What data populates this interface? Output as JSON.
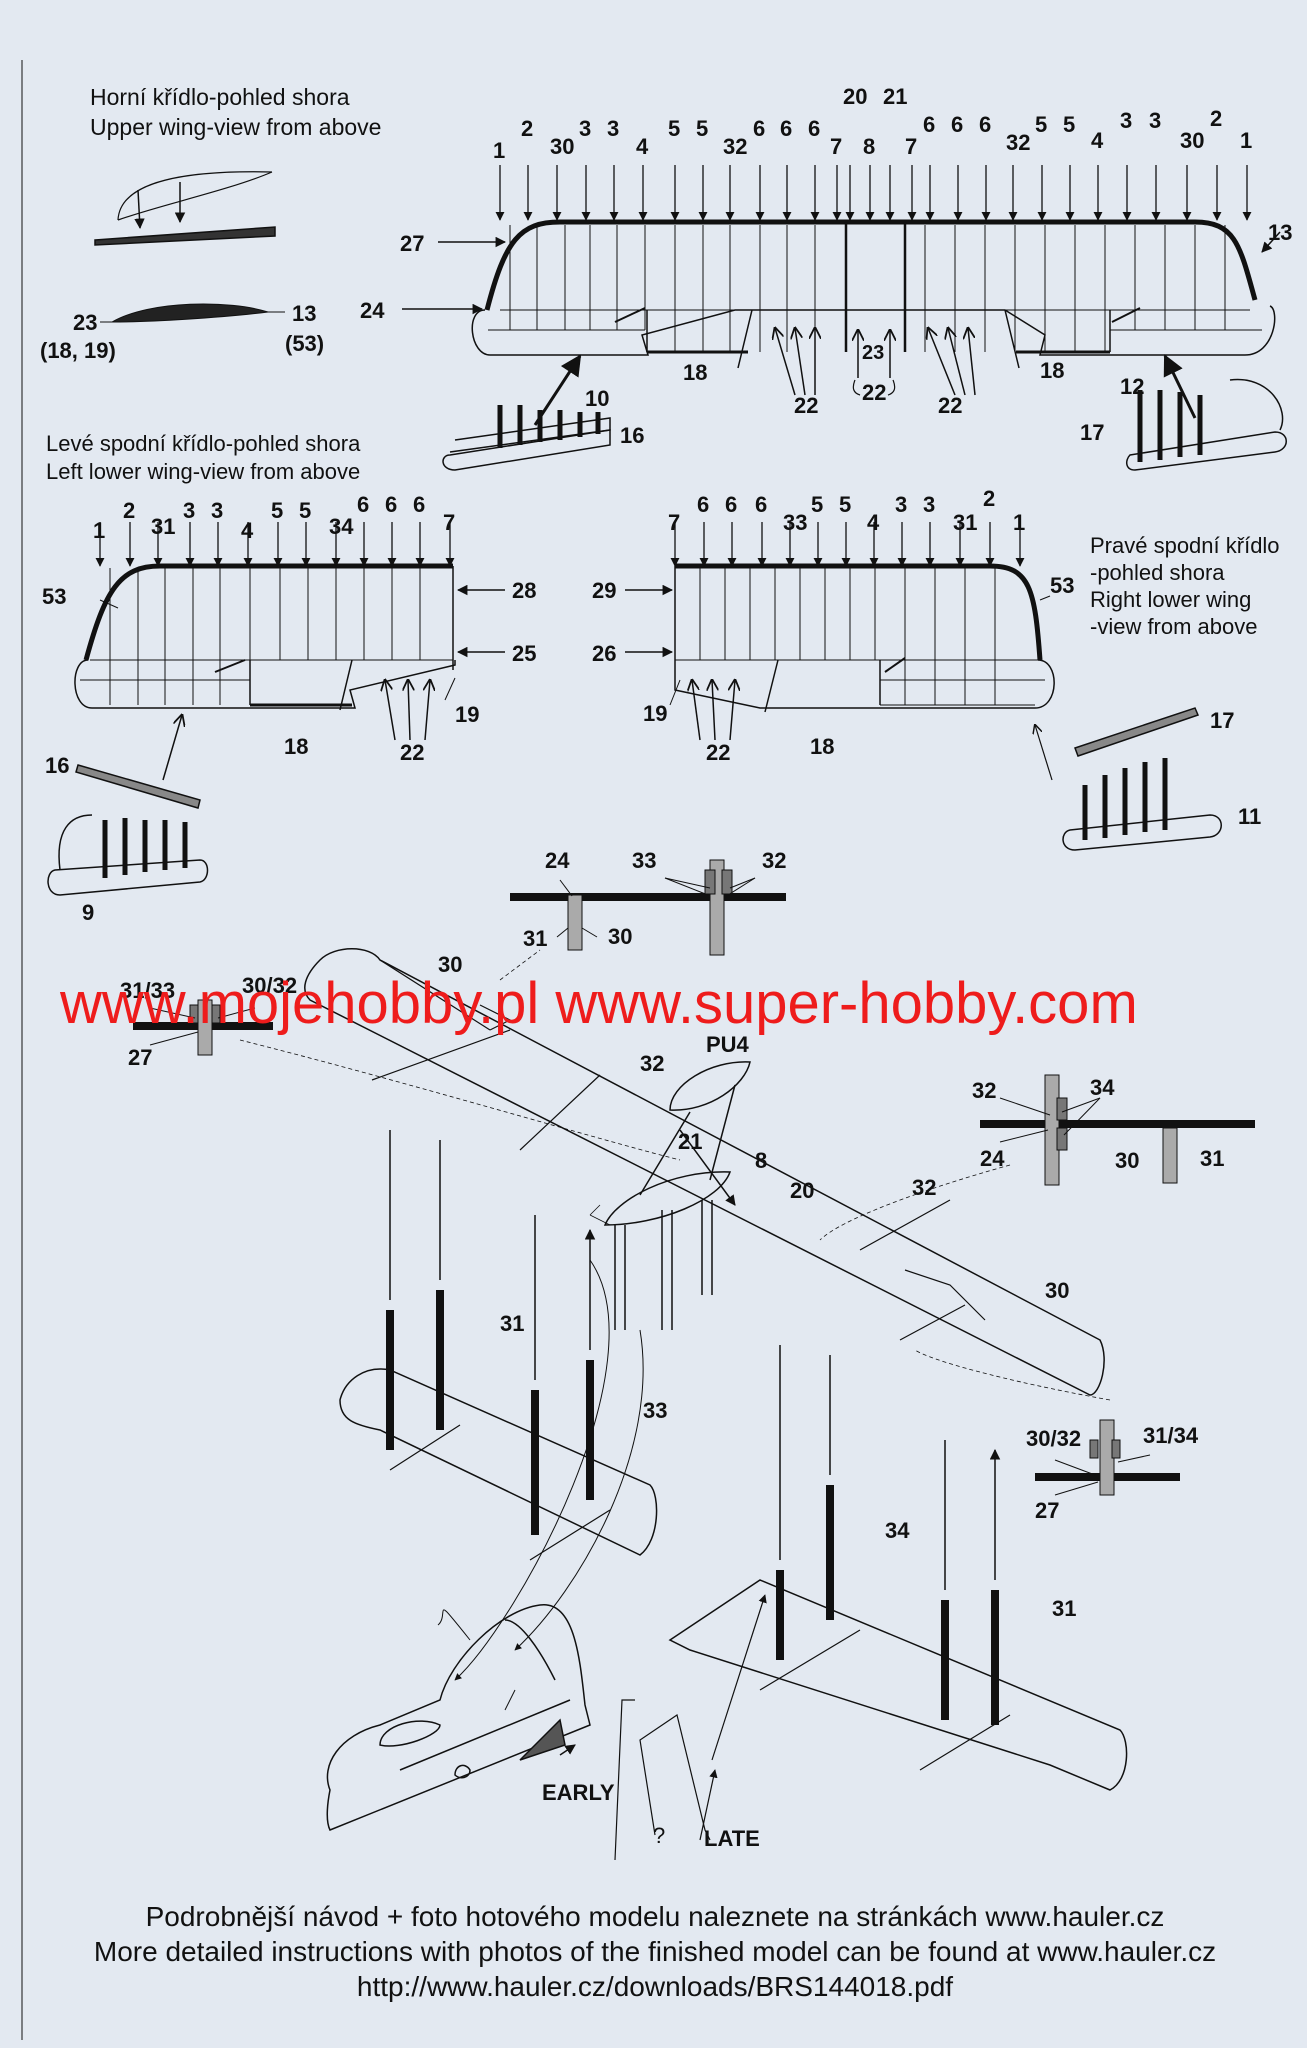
{
  "titles": {
    "upper_wing": "Horní křídlo-pohled shora\nUpper wing-view from above",
    "left_lower_wing": "Levé spodní křídlo-pohled shora\nLeft lower wing-view from above",
    "right_lower_wing": "Pravé spodní křídlo\n-pohled shora\nRight lower wing\n-view from above"
  },
  "upper_wing_labels": {
    "top_numbers": [
      "1",
      "2",
      "30",
      "3",
      "3",
      "4",
      "5",
      "5",
      "32",
      "6",
      "6",
      "6",
      "7",
      "20",
      "8",
      "21",
      "7",
      "6",
      "6",
      "6",
      "32",
      "5",
      "5",
      "4",
      "3",
      "3",
      "30",
      "2",
      "1"
    ],
    "side": {
      "l27": "27",
      "l24": "24",
      "l13": "13",
      "l18a": "18",
      "l18b": "18",
      "l22a": "22",
      "l22b": "22",
      "l22c": "22",
      "l23": "23",
      "l10": "10",
      "l16": "16",
      "l12": "12",
      "l17": "17"
    },
    "profile": {
      "l23": "23",
      "l1819": "(18, 19)",
      "l13": "13",
      "l53": "(53)"
    }
  },
  "left_lower_labels": {
    "top_numbers": [
      "1",
      "2",
      "31",
      "3",
      "3",
      "4",
      "5",
      "5",
      "34",
      "6",
      "6",
      "6",
      "7"
    ],
    "side": {
      "l53": "53",
      "l28": "28",
      "l25": "25",
      "l19": "19",
      "l18": "18",
      "l22": "22",
      "l16": "16",
      "l9": "9"
    }
  },
  "right_lower_labels": {
    "top_numbers": [
      "7",
      "6",
      "6",
      "6",
      "33",
      "5",
      "5",
      "4",
      "3",
      "3",
      "31",
      "2",
      "1"
    ],
    "side": {
      "l29": "29",
      "l26": "26",
      "l53": "53",
      "l19": "19",
      "l22": "22",
      "l18": "18",
      "l17": "17",
      "l11": "11"
    }
  },
  "assembly_labels": {
    "l24a": "24",
    "l33a": "33",
    "l32a": "32",
    "l31a": "31",
    "l30a": "30",
    "l3133": "31/33",
    "l3032a": "30/32",
    "l27a": "27",
    "l30b": "30",
    "l32b": "32",
    "pu4": "PU4",
    "l21": "21",
    "l8": "8",
    "l20": "20",
    "l32c": "32",
    "l30c": "30",
    "l32d": "32",
    "l34a": "34",
    "l24b": "24",
    "l30d": "30",
    "l31b": "31",
    "l31c": "31",
    "l33b": "33",
    "l3032b": "30/32",
    "l3134": "31/34",
    "l27b": "27",
    "l34b": "34",
    "l31d": "31",
    "early": "EARLY",
    "late": "LATE",
    "question": "?"
  },
  "watermark": "www.mojehobby.pl www.super-hobby.com",
  "footer": {
    "line1": "Podrobnější návod + foto hotového modelu naleznete na stránkách www.hauler.cz",
    "line2": "More detailed instructions with photos of the finished model can be found at www.hauler.cz",
    "line3": "http://www.hauler.cz/downloads/BRS144018.pdf"
  },
  "colors": {
    "paper": "#e3e9f1",
    "ink": "#111111",
    "watermark": "#ee1c1c",
    "border": "#3a3f8f"
  }
}
